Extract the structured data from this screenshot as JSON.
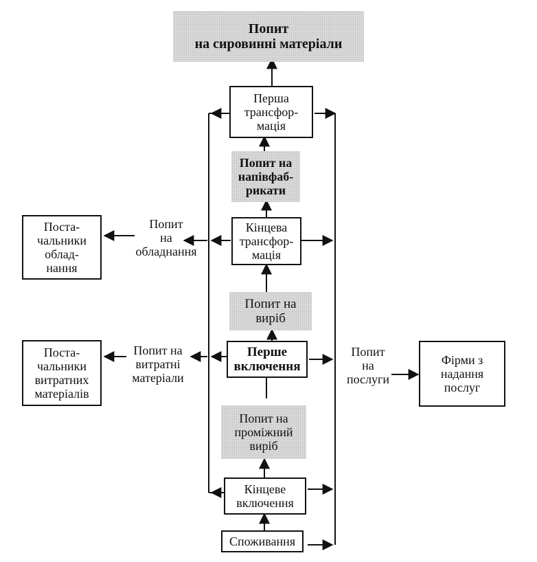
{
  "nodes": {
    "raw_demand": "Попит\nна сировинні матеріали",
    "first_transform": "Перша\nтрансфор-\nмація",
    "semi_demand": "Попит на\nнапівфаб-\nрикати",
    "final_transform": "Кінцева\nтрансфор-\nмація",
    "product_demand": "Попит на\nвиріб",
    "first_inclusion": "Перше\nвключення",
    "intermediate_demand": "Попит на\nпроміжний\nвиріб",
    "final_inclusion": "Кінцеве\nвключення",
    "consumption": "Споживання",
    "equip_suppliers": "Поста-\nчальники\nоблад-\nнання",
    "equip_demand": "Попит\nна\nобладнання",
    "consum_suppliers": "Поста-\nчальники\nвитратних\nматеріалів",
    "consum_demand": "Попит на\nвитратні\nматеріали",
    "services_demand": "Попит\nна\nпослуги",
    "service_firms": "Фірми з\nнадання\nпослуг"
  }
}
